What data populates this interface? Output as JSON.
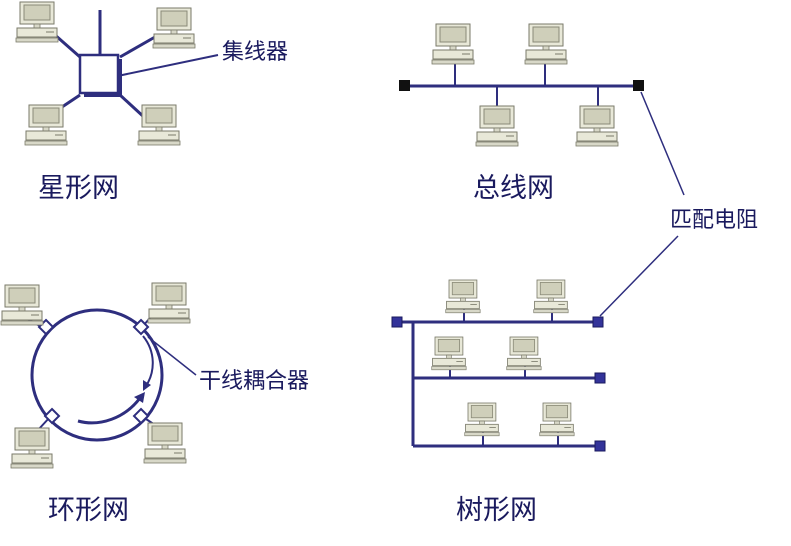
{
  "labels": {
    "hub": "集线器",
    "star": "星形网",
    "bus": "总线网",
    "terminator": "匹配电阻",
    "coupler": "干线耦合器",
    "ring": "环形网",
    "tree": "树形网"
  },
  "colors": {
    "line": "#2e2e7e",
    "text": "#1a1a5e",
    "terminator_bus": "#111111",
    "terminator_tree": "#33339a",
    "pc_body": "#e8e8d8",
    "pc_screen": "#c8c8b4",
    "pc_outline": "#7a7a6a"
  },
  "icons": {
    "computer": "desktop-computer-icon",
    "hub": "hub-box-icon",
    "coupler": "coupler-diamond-icon",
    "terminator": "terminator-square-icon"
  }
}
